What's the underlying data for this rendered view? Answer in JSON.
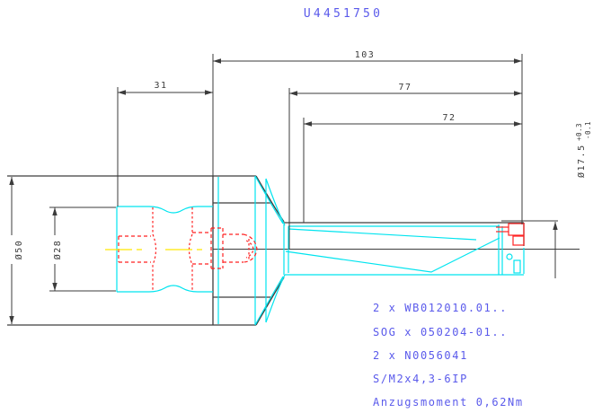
{
  "title": "U4451750",
  "dims": {
    "d103": "103",
    "d77": "77",
    "d72": "72",
    "d31": "31",
    "dia50": "Ø50",
    "dia28": "Ø28",
    "dia175": "Ø17.5",
    "tol_plus": "+0.3",
    "tol_minus": "-0.1"
  },
  "notes": [
    "2 x WB012010.01..",
    "SOG x 050204-01..",
    "2 x N0056041",
    "S/M2x4,3-6IP",
    "Anzugsmoment 0,62Nm"
  ],
  "colors": {
    "annotation_blue": "#5a5aeb",
    "part_cyan": "#00e4ef",
    "hidden_red": "#ff2222",
    "centerline_yellow": "#ffe800",
    "line_black": "#3b3b3b",
    "background": "#ffffff"
  }
}
